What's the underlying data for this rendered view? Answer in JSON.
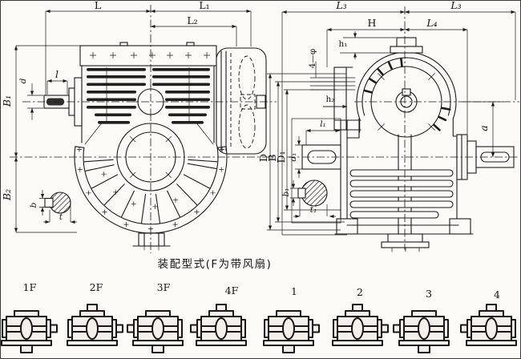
{
  "drawing": {
    "caption": "装配型式(F为带风扇)",
    "front_view": {
      "labels": {
        "L": "L",
        "L1": "L₁",
        "L2": "L₂",
        "B1": "B₁",
        "B2": "B₂",
        "d": "d",
        "l": "l",
        "b": "b",
        "t": "t"
      }
    },
    "side_view": {
      "labels": {
        "L3a": "L₃",
        "L3b": "L₃",
        "H": "H",
        "L4": "L₄",
        "h1": "h₁",
        "h2": "h₂",
        "holes": "4—φ",
        "D": "D",
        "B": "B",
        "D1": "D₁",
        "l1": "l₁",
        "d1": "d₁",
        "b1": "b₁",
        "t1": "t₁",
        "a": "a"
      }
    },
    "variants": [
      {
        "label": "1F"
      },
      {
        "label": "2F"
      },
      {
        "label": "3F"
      },
      {
        "label": "4F"
      },
      {
        "label": "1"
      },
      {
        "label": "2"
      },
      {
        "label": "3"
      },
      {
        "label": "4"
      }
    ],
    "colors": {
      "ink": "#1b1b1b",
      "paper": "#fbfaf6"
    }
  }
}
